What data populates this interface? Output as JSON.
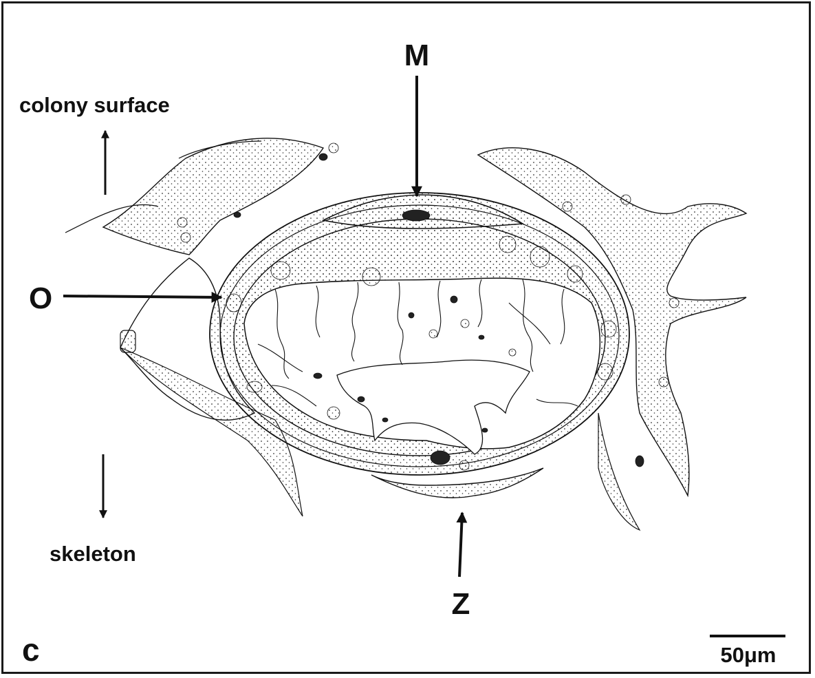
{
  "labels": {
    "m": "M",
    "o": "O",
    "z": "Z",
    "panel": "c",
    "colony_surface": "colony surface",
    "skeleton": "skeleton",
    "scale_bar": "50μm"
  },
  "colors": {
    "ink": "#111111",
    "background": "#ffffff"
  }
}
